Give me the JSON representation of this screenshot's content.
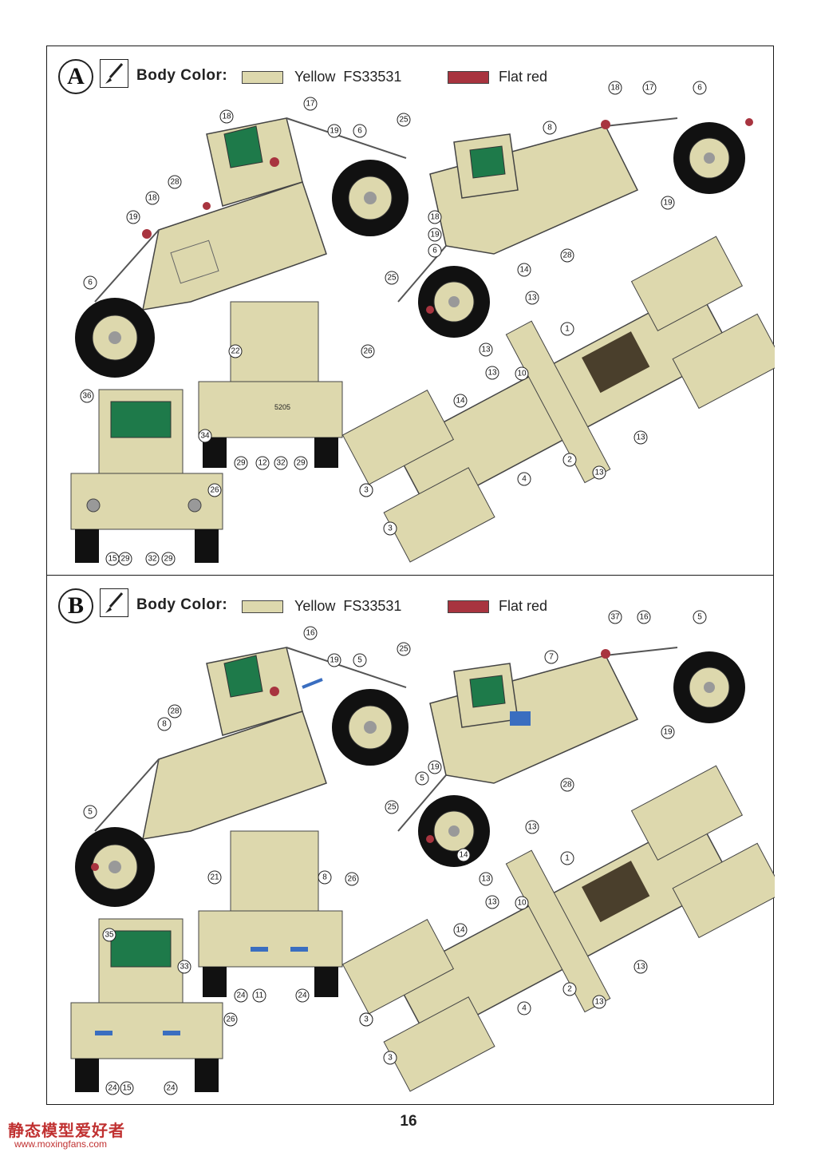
{
  "page_number": "16",
  "watermark": {
    "brand": "静态模型爱好者",
    "url": "www.moxingfans.com"
  },
  "colors": {
    "yellow": "#ddd8ad",
    "flat_red": "#a8343f",
    "green": "#1e7a4a",
    "tire": "#111111",
    "outline": "#444444"
  },
  "schemes": [
    {
      "letter": "A",
      "body_color_label": "Body Color:",
      "colors": [
        {
          "name": "Yellow",
          "code": "FS33531",
          "hex": "#ddd8ad"
        },
        {
          "name": "Flat red",
          "code": "",
          "hex": "#a8343f"
        }
      ],
      "plate": "5205",
      "callouts": [
        "18",
        "17",
        "19",
        "6",
        "25",
        "28",
        "18",
        "19",
        "6",
        "8",
        "18",
        "17",
        "6",
        "19",
        "18",
        "19",
        "6",
        "25",
        "14",
        "28",
        "22",
        "26",
        "36",
        "34",
        "26",
        "29",
        "12",
        "32",
        "29",
        "15",
        "29",
        "32",
        "29",
        "13",
        "13",
        "13",
        "1",
        "10",
        "3",
        "14",
        "2",
        "13",
        "13",
        "3",
        "4",
        "3"
      ]
    },
    {
      "letter": "B",
      "body_color_label": "Body Color:",
      "colors": [
        {
          "name": "Yellow",
          "code": "FS33531",
          "hex": "#ddd8ad"
        },
        {
          "name": "Flat red",
          "code": "",
          "hex": "#a8343f"
        }
      ],
      "plate": "",
      "callouts": [
        "16",
        "19",
        "5",
        "25",
        "28",
        "8",
        "5",
        "37",
        "16",
        "5",
        "7",
        "19",
        "19",
        "5",
        "25",
        "14",
        "28",
        "21",
        "8",
        "26",
        "35",
        "33",
        "26",
        "24",
        "11",
        "24",
        "15",
        "24",
        "24",
        "13",
        "13",
        "13",
        "1",
        "10",
        "3",
        "14",
        "2",
        "13",
        "13",
        "3",
        "4",
        "3"
      ]
    }
  ]
}
